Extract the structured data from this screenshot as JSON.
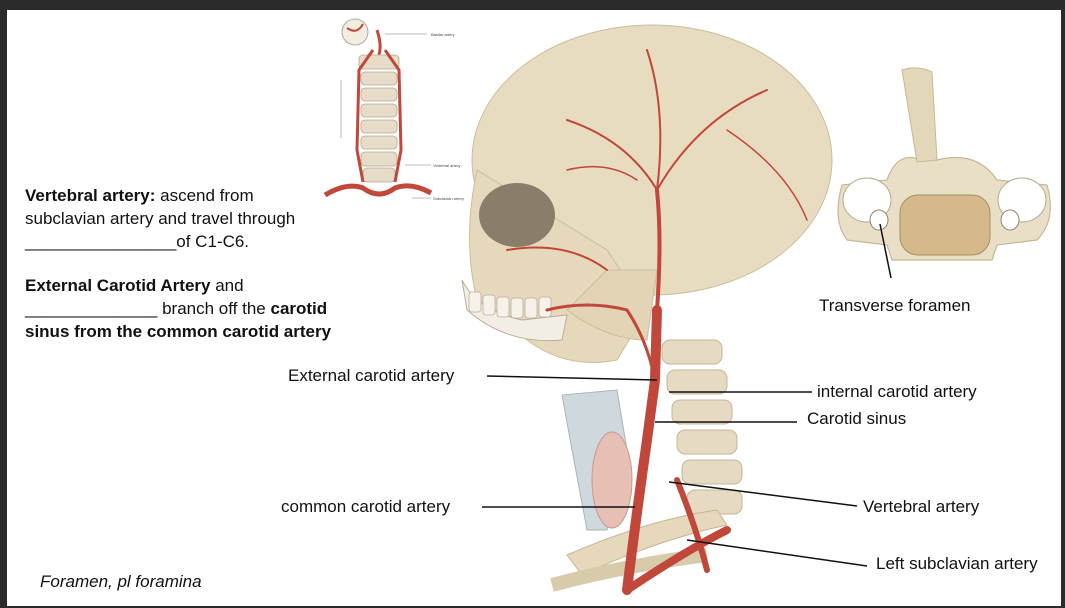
{
  "notes": {
    "vertebral_bold": "Vertebral artery:",
    "vertebral_line1": " ascend from",
    "vertebral_line2": "subclavian artery and travel through",
    "vertebral_line3": "________________of C1-C6.",
    "external_bold": "External Carotid Artery",
    "external_text1": " and",
    "external_blank": "______________",
    "external_text2": " branch off the ",
    "carotid_bold1": "carotid",
    "carotid_bold2": "sinus from the common carotid artery"
  },
  "labels": {
    "external_carotid": "External carotid artery",
    "internal_carotid": "internal carotid artery",
    "carotid_sinus": "Carotid sinus",
    "common_carotid": "common carotid artery",
    "vertebral_artery": "Vertebral artery",
    "left_subclavian": "Left subclavian artery",
    "transverse_foramen": "Transverse foramen"
  },
  "footnote": "Foramen, pl foramina",
  "colors": {
    "bone": "#e8dcc0",
    "artery": "#c0473a",
    "background": "#ffffff"
  }
}
